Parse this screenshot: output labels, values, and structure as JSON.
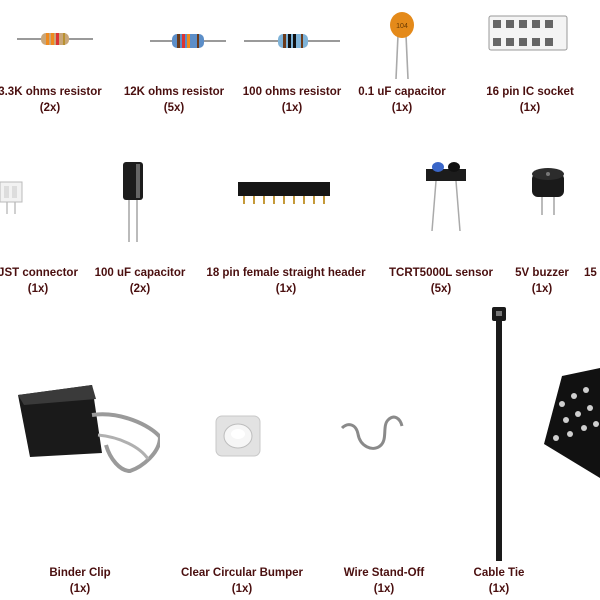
{
  "items": [
    {
      "name": "3.3K ohms resistor",
      "qty": "(2x)"
    },
    {
      "name": "12K ohms resistor",
      "qty": "(5x)"
    },
    {
      "name": "100 ohms resistor",
      "qty": "(1x)"
    },
    {
      "name": "0.1 uF capacitor",
      "qty": "(1x)"
    },
    {
      "name": "16 pin IC socket",
      "qty": "(1x)"
    },
    {
      "name": "JST connector",
      "qty": "(1x)"
    },
    {
      "name": "100 uF capacitor",
      "qty": "(2x)"
    },
    {
      "name": "18 pin female straight header",
      "qty": "(1x)"
    },
    {
      "name": "TCRT5000L sensor",
      "qty": "(5x)"
    },
    {
      "name": "5V buzzer",
      "qty": "(1x)"
    },
    {
      "name": "15",
      "qty": ""
    },
    {
      "name": "Binder Clip",
      "qty": "(1x)"
    },
    {
      "name": "Clear Circular Bumper",
      "qty": "(1x)"
    },
    {
      "name": "Wire Stand-Off",
      "qty": "(1x)"
    },
    {
      "name": "Cable Tie",
      "qty": "(1x)"
    }
  ],
  "capacitor_marking": "104",
  "colors": {
    "label_text": "#4a0f0f",
    "background": "#ffffff"
  }
}
